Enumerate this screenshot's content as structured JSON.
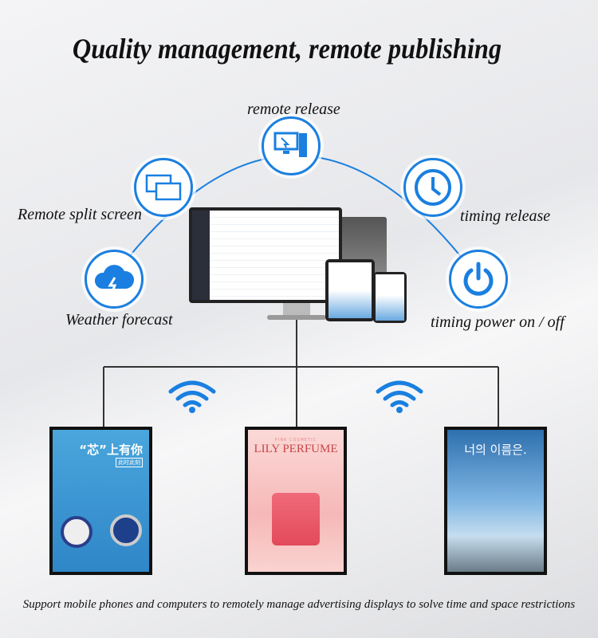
{
  "title": "Quality management, remote publishing",
  "features": {
    "remote_release": "remote release",
    "split_screen": "Remote split screen",
    "timing_release": "timing release",
    "weather": "Weather forecast",
    "power": "timing power on / off"
  },
  "displays": [
    {
      "headline": "“芯”上有你",
      "sub": "此时此刻"
    },
    {
      "kicker": "PINK COSMETIC",
      "headline": "LILY PERFUME"
    },
    {
      "headline": "너의 이름은."
    }
  ],
  "footer": "Support mobile phones and computers to remotely manage advertising displays to solve time and space restrictions",
  "colors": {
    "accent": "#1a7fe0"
  }
}
